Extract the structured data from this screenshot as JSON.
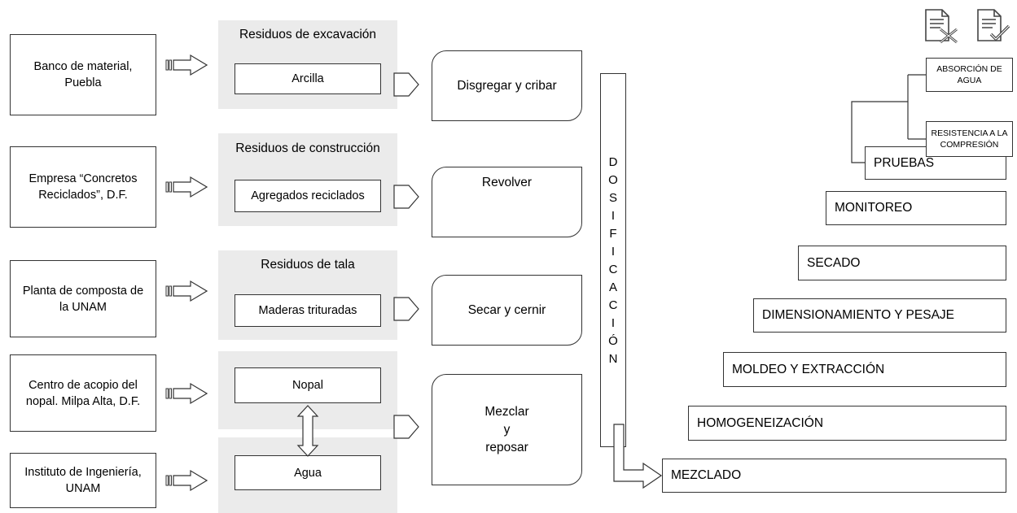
{
  "sources": [
    "Banco de material,\nPuebla",
    "Empresa “Concretos\nReciclados”, D.F.",
    "Planta de composta  de\nla UNAM",
    "Centro de acopio del\nnopal. Milpa Alta, D.F.",
    "Instituto de Ingeniería,\nUNAM"
  ],
  "panels": {
    "excavacion": {
      "title": "Residuos de excavación",
      "item": "Arcilla"
    },
    "construccion": {
      "title": "Residuos de construcción",
      "item": "Agregados reciclados"
    },
    "tala": {
      "title": "Residuos de tala",
      "item": "Maderas trituradas"
    },
    "nopal": {
      "item": "Nopal"
    },
    "agua": {
      "item": "Agua"
    }
  },
  "processes": [
    "Disgregar y cribar",
    "Revolver",
    "Secar y cernir",
    "Mezclar\ny\nreposar"
  ],
  "dosificacion_letters": [
    "D",
    "O",
    "S",
    "I",
    "F",
    "I",
    "C",
    "A",
    "C",
    "I",
    "Ó",
    "N"
  ],
  "steps": {
    "mezclado": "MEZCLADO",
    "homogeneizacion": "HOMOGENEIZACIÓN",
    "moldeo": "MOLDEO Y EXTRACCIÓN",
    "dimensionamiento": "DIMENSIONAMIENTO Y PESAJE",
    "secado": "SECADO",
    "monitoreo": "MONITOREO",
    "pruebas": "PRUEBAS"
  },
  "tests": {
    "absorcion": "ABSORCIÓN DE AGUA",
    "resistencia": "RESISTENCIA A LA COMPRESIÓN"
  },
  "icons": [
    "document-reject-icon",
    "document-approve-icon"
  ]
}
